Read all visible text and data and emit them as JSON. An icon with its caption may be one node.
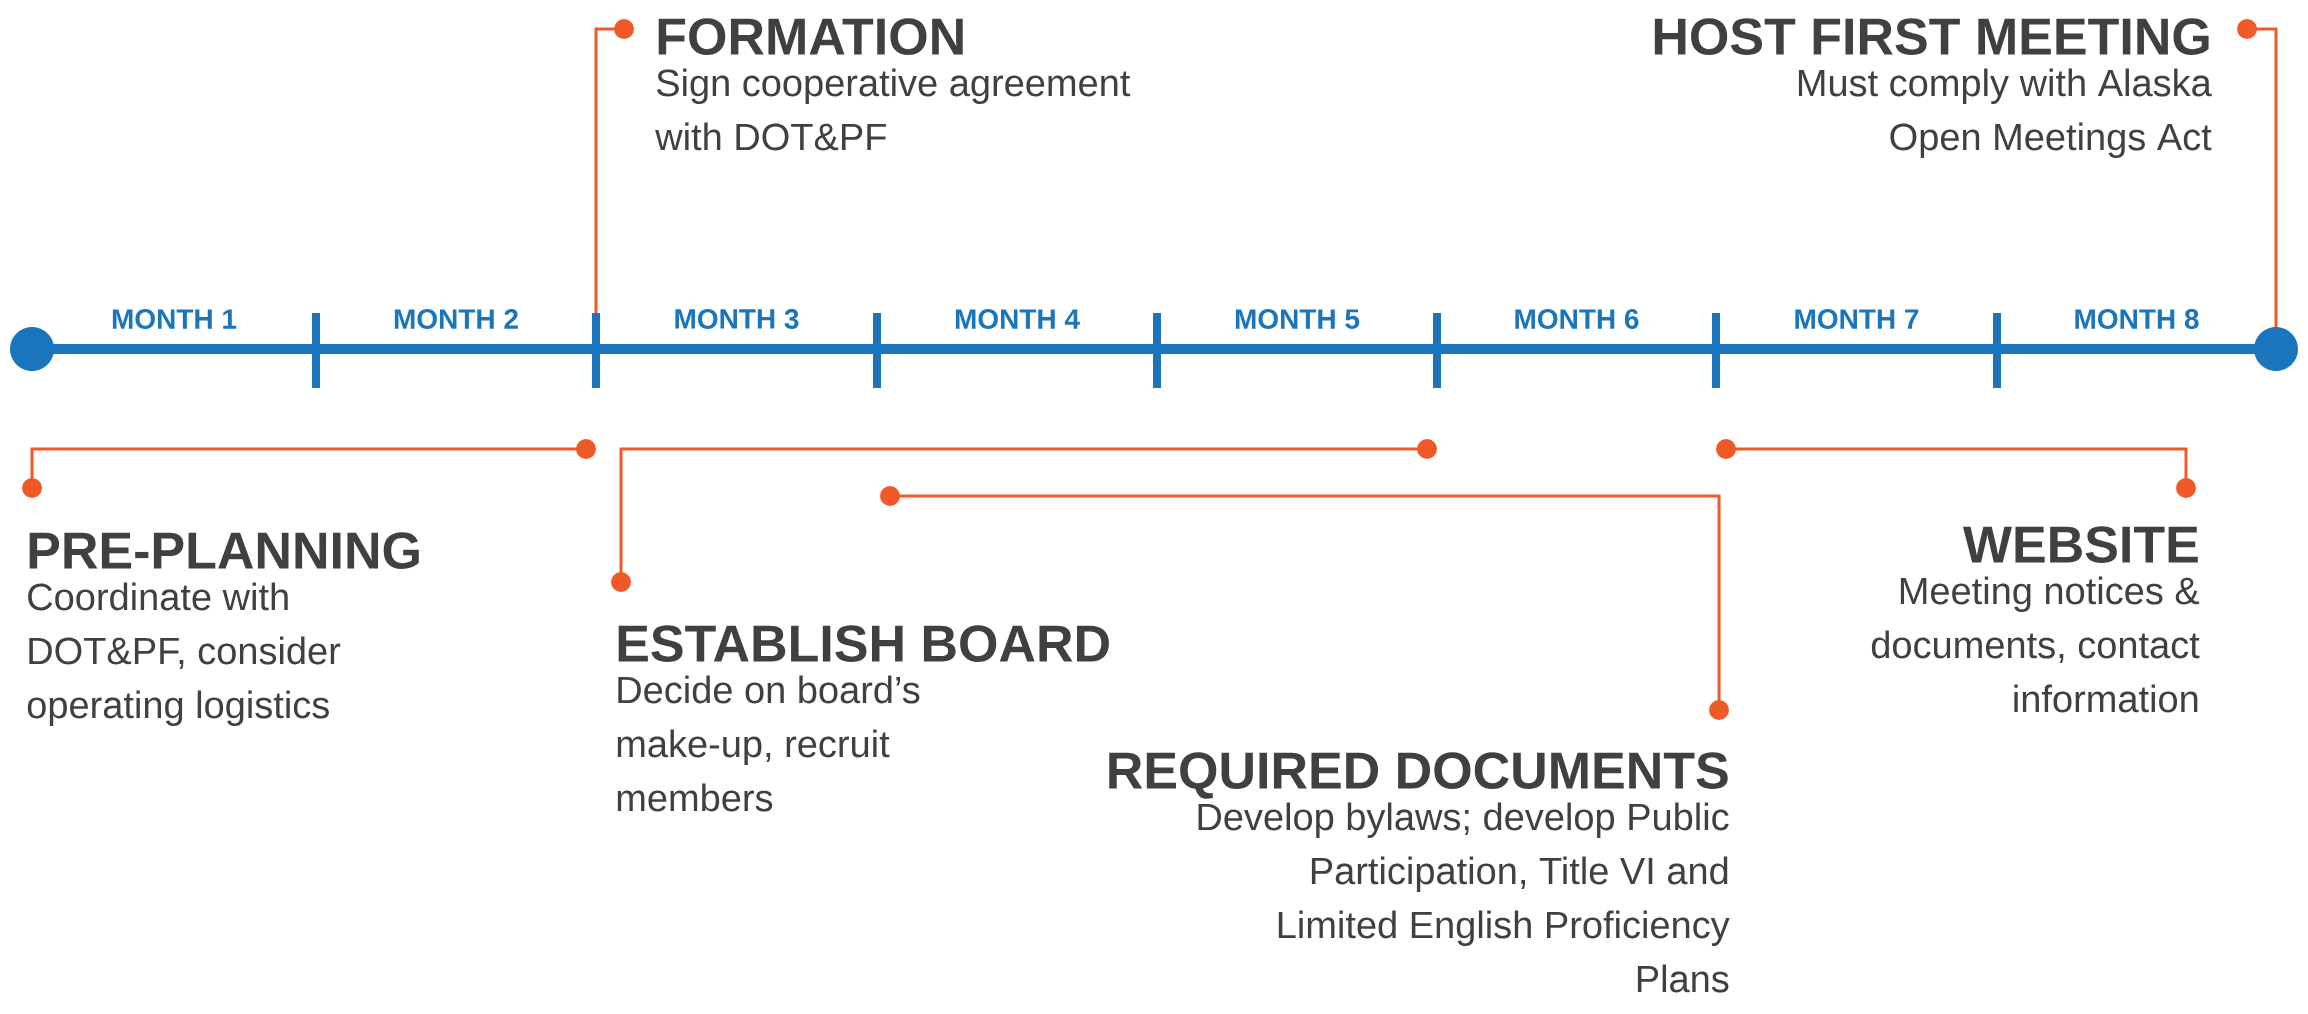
{
  "diagram": {
    "nodes": [
      {
        "text": [
          "FORMATION",
          "Sign cooperative agreement with DOT&PF"
        ]
      },
      {
        "text": [
          "HOST FIRST MEETING",
          "Must comply with Alaska Open Meetings Act"
        ]
      },
      {
        "text": [
          "PRE-PLANNING",
          "Coordinate with DOT&PF, consider operating logistics"
        ]
      },
      {
        "text": [
          "WEBSITE",
          "Meeting notices & documents, contact information"
        ]
      },
      {
        "text": [
          "ESTABLISH BOARD",
          "Decide on board’s make-up, recruit members"
        ]
      },
      {
        "text": [
          "REQUIRED DOCUMENTS",
          "Develop bylaws; develop Public Participation, Title VI and Limited English Proficiency Plans"
        ]
      }
    ],
    "edges": [
      {
        "from": 0,
        "to": null,
        "arrow": "other"
      },
      {
        "from": 1,
        "to": null,
        "arrow": "other"
      },
      {
        "from": 2,
        "to": null,
        "arrow": "other"
      },
      {
        "from": 3,
        "to": null,
        "arrow": "other"
      },
      {
        "from": 4,
        "to": null,
        "arrow": "other"
      },
      {
        "from": 5,
        "to": null,
        "arrow": "other"
      }
    ],
    "labels": [
      "MONTH 1",
      "MONTH 2",
      "MONTH 3",
      "MONTH 4",
      "MONTH 5",
      "MONTH 6",
      "MONTH 7",
      "MONTH 8"
    ]
  }
}
